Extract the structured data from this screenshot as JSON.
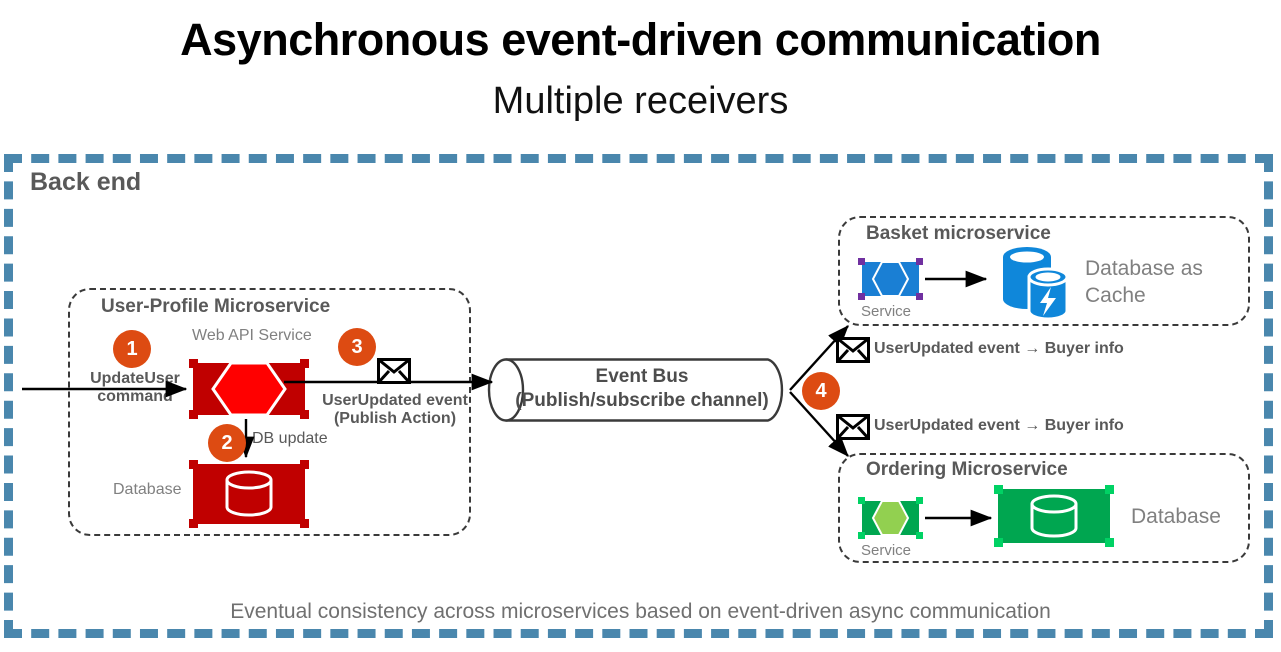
{
  "header": {
    "title": "Asynchronous event-driven communication",
    "subtitle": "Multiple receivers"
  },
  "backend": {
    "label": "Back end",
    "caption": "Eventual consistency across microservices based on event-driven async communication",
    "border_color": "#4a87ad"
  },
  "colors": {
    "badge": "#dd4b12",
    "red_block": "#c00000",
    "red_hex": "#ff0000",
    "blue_block": "#1a7fd4",
    "blue_corner": "#7030a0",
    "green_block": "#00a650",
    "green_hex": "#92d050",
    "azure_blue": "#0f87da",
    "title_gray": "#595959",
    "label_gray": "#808080"
  },
  "user_profile": {
    "title": "User-Profile Microservice",
    "web_api_label": "Web API Service",
    "database_label": "Database",
    "db_update_label": "DB update",
    "badges": {
      "step1": "1",
      "step2": "2",
      "step3": "3"
    },
    "incoming_command": "UpdateUser\ncommand",
    "incoming_command_line1": "UpdateUser",
    "incoming_command_line2": "command",
    "publish_line1": "UserUpdated event",
    "publish_line2": "(Publish Action)"
  },
  "event_bus": {
    "line1": "Event Bus",
    "line2": "(Publish/subscribe channel)",
    "badge": "4"
  },
  "basket": {
    "title": "Basket microservice",
    "service_label": "Service",
    "database_label_line1": "Database as",
    "database_label_line2": "Cache",
    "subscription_label": "UserUpdated event → Buyer info"
  },
  "ordering": {
    "title": "Ordering Microservice",
    "service_label": "Service",
    "database_label": "Database",
    "subscription_label": "UserUpdated event → Buyer info"
  },
  "icons": {
    "envelope": "envelope-icon",
    "hexagon": "hexagon-icon",
    "cylinder": "database-cylinder-icon",
    "lightning": "lightning-bolt-icon"
  }
}
